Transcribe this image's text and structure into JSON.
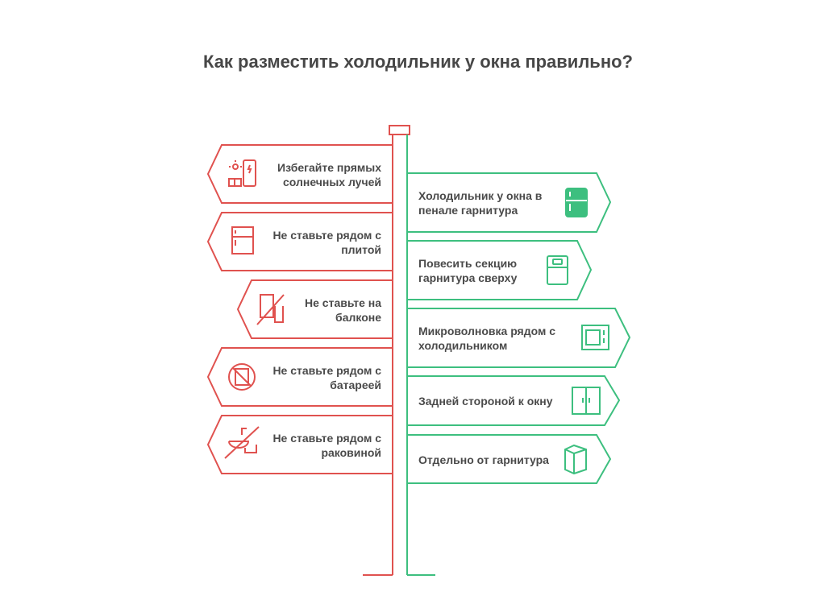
{
  "title": "Как разместить холодильник у окна правильно?",
  "colors": {
    "red": "#E0524F",
    "green": "#3DBF7F",
    "text": "#4a4a4a"
  },
  "left_signs": [
    {
      "label": "Избегайте прямых солнечных лучей",
      "icon": "sun-solar-panel-icon"
    },
    {
      "label": "Не ставьте рядом с плитой",
      "icon": "fridge-icon"
    },
    {
      "label": "Не ставьте на балконе",
      "icon": "no-balcony-icon"
    },
    {
      "label": "Не ставьте рядом с батареей",
      "icon": "no-radiator-icon"
    },
    {
      "label": "Не ставьте рядом с раковиной",
      "icon": "no-sink-icon"
    }
  ],
  "right_signs": [
    {
      "label": "Холодильник у окна в пенале гарнитура",
      "icon": "fridge-filled-icon"
    },
    {
      "label": "Повесить секцию гарнитура сверху",
      "icon": "cabinet-icon"
    },
    {
      "label": "Микроволновка рядом с холодильником",
      "icon": "microwave-icon"
    },
    {
      "label": "Задней стороной к окну",
      "icon": "wardrobe-icon"
    },
    {
      "label": "Отдельно от гарнитура",
      "icon": "box-fridge-icon"
    }
  ]
}
